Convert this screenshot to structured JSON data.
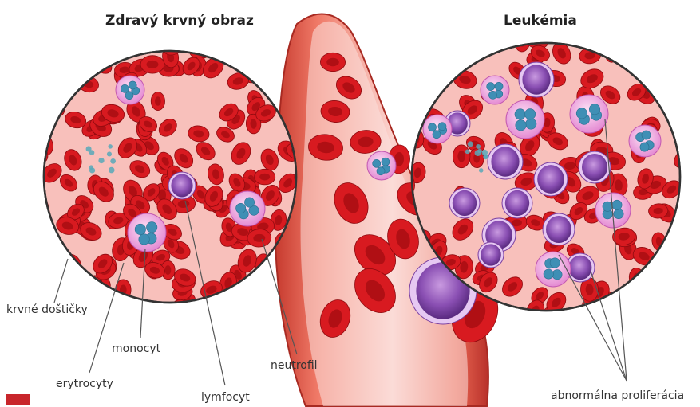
{
  "titles": {
    "healthy": "Zdravý krvný obraz",
    "leukemia": "Leukémia"
  },
  "labels": {
    "platelets": "krvné doštičky",
    "monocyte": "monocyt",
    "erythrocytes": "erytrocyty",
    "lymphocyte": "lymfocyt",
    "neutrophil": "neutrofil",
    "abnormal": "abnormálna proliferácia"
  },
  "colors": {
    "rbc": "#d4121b",
    "rbc_center": "#a10c12",
    "circle_bg": "#f8c0bb",
    "vessel": "#e85a49",
    "lymphocyte": "#8a4fb3",
    "white_cell": "#f4b8e8",
    "nucleus": "#4f9fbf",
    "accent": "#c8262b"
  }
}
